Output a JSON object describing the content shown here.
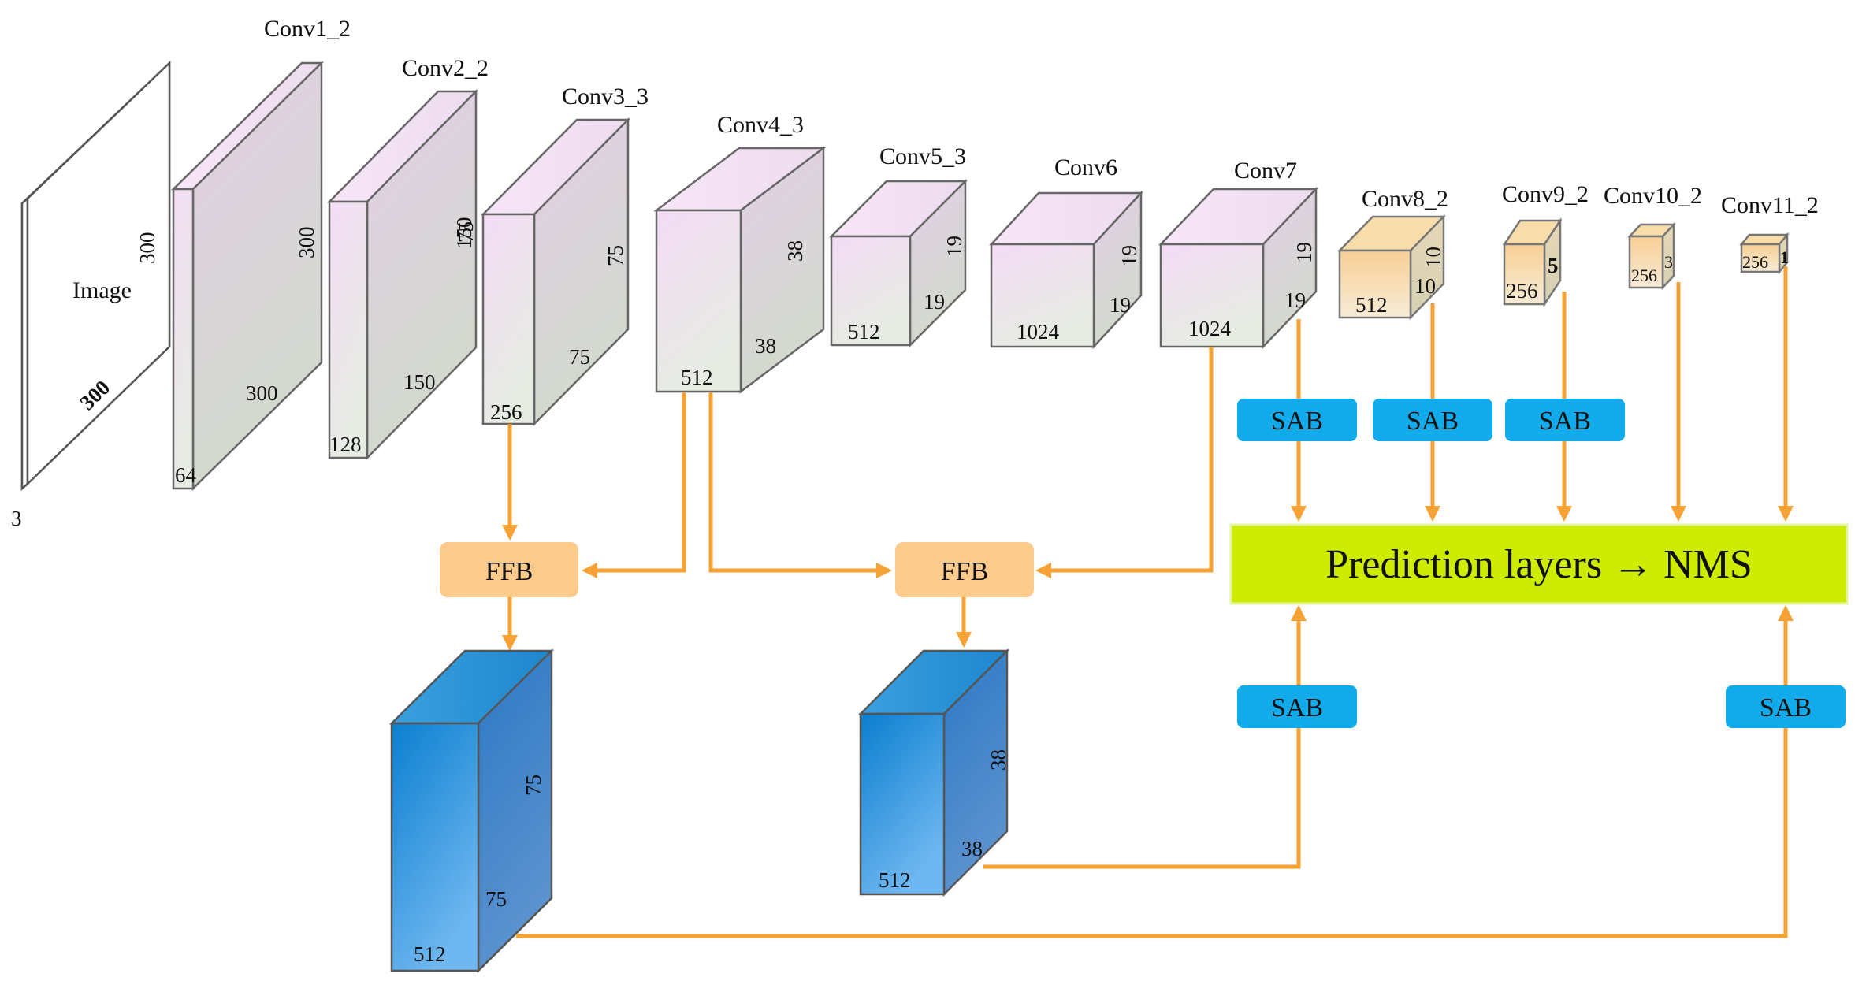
{
  "diagram": {
    "colors": {
      "arrow": "#f5a133",
      "sab": "#11aaea",
      "ffb": "#fccb8c",
      "prediction": "#cdec00",
      "layer_pink": "#ead6ee",
      "layer_orange": "#f6d7a6",
      "output_blue": "#2c8fd4"
    },
    "image": {
      "label": "Image",
      "height": "300",
      "width": "300",
      "channels": "3"
    },
    "layers": [
      {
        "name": "Conv1_2",
        "h": "300",
        "w": "300",
        "c": "64"
      },
      {
        "name": "Conv2_2",
        "h": "150",
        "w": "150",
        "c": "128"
      },
      {
        "name": "Conv3_3",
        "h": "75",
        "w": "75",
        "c": "256"
      },
      {
        "name": "Conv4_3",
        "h": "38",
        "w": "38",
        "c": "512"
      },
      {
        "name": "Conv5_3",
        "h": "19",
        "w": "19",
        "c": "512"
      },
      {
        "name": "Conv6",
        "h": "19",
        "w": "19",
        "c": "1024"
      },
      {
        "name": "Conv7",
        "h": "19",
        "w": "19",
        "c": "1024"
      },
      {
        "name": "Conv8_2",
        "h": "10",
        "w": "10",
        "c": "512"
      },
      {
        "name": "Conv9_2",
        "h": "5",
        "w": "",
        "c": "256"
      },
      {
        "name": "Conv10_2",
        "h": "3",
        "w": "",
        "c": "256"
      },
      {
        "name": "Conv11_2",
        "h": "1",
        "w": "",
        "c": "256"
      }
    ],
    "ffb_label": "FFB",
    "sab_label": "SAB",
    "prediction_label": "Prediction layers → NMS",
    "fused": [
      {
        "h": "75",
        "w": "75",
        "c": "512"
      },
      {
        "h": "38",
        "w": "38",
        "c": "512"
      }
    ]
  }
}
